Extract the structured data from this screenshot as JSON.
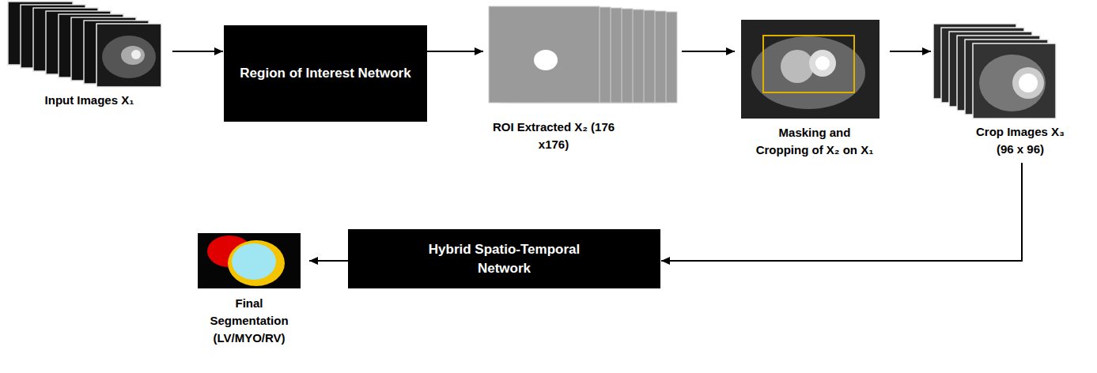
{
  "diagram": {
    "nodes": [
      {
        "text": [
          "Input Images X₁"
        ]
      },
      {
        "text": [
          "Region of Interest Network"
        ]
      },
      {
        "text": [
          "ROI Extracted X₂ (176 x176)"
        ]
      },
      {
        "text": [
          "Masking and Cropping of X₂ on X₁"
        ]
      },
      {
        "text": [
          "Crop Images X₃ (96 x 96)"
        ]
      },
      {
        "text": [
          "Hybrid Spatio-Temporal Network"
        ]
      },
      {
        "text": [
          "Final Segmentation (LV/MYO/RV)"
        ]
      }
    ],
    "edges": [
      {
        "from": 0,
        "to": 1,
        "arrow": "to"
      },
      {
        "from": 1,
        "to": 2,
        "arrow": "to"
      },
      {
        "from": 2,
        "to": 3,
        "arrow": "to"
      },
      {
        "from": 3,
        "to": 4,
        "arrow": "to"
      },
      {
        "from": 4,
        "to": 5,
        "arrow": "to"
      },
      {
        "from": 5,
        "to": 6,
        "arrow": "to"
      }
    ]
  }
}
